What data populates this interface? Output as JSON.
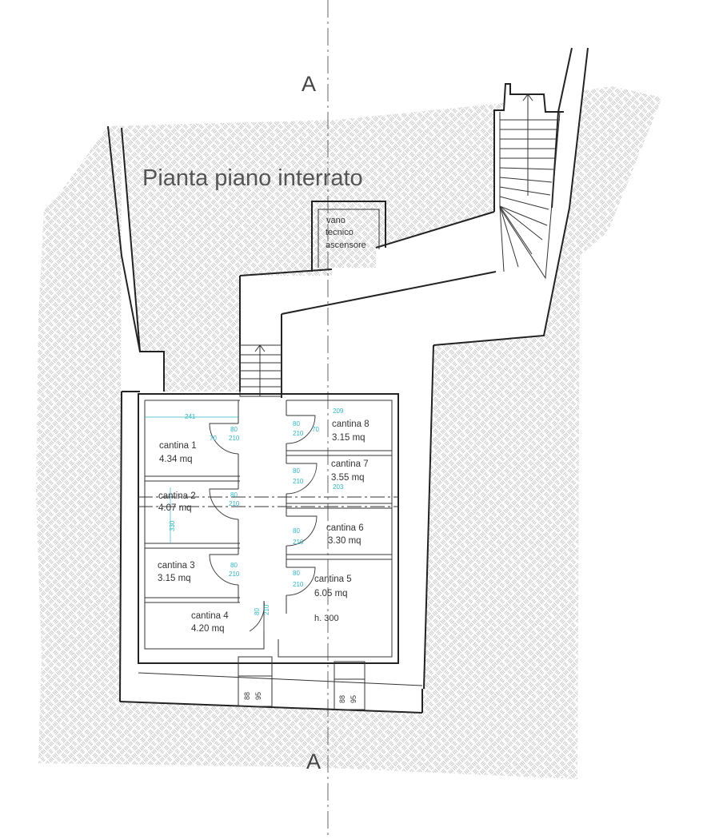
{
  "title": "Pianta piano interrato",
  "section_marks": {
    "top": "A",
    "bottom": "A"
  },
  "elevator_room": {
    "line1": "vano",
    "line2": "tecnico",
    "line3": "ascensore"
  },
  "ceiling_height": "h. 300",
  "rooms": [
    {
      "name": "cantina 1",
      "area": "4.34 mq"
    },
    {
      "name": "cantina 2",
      "area": "4.07 mq"
    },
    {
      "name": "cantina 3",
      "area": "3.15 mq"
    },
    {
      "name": "cantina 4",
      "area": "4.20 mq"
    },
    {
      "name": "cantina 5",
      "area": "6.05 mq"
    },
    {
      "name": "cantina 6",
      "area": "3.30 mq"
    },
    {
      "name": "cantina 7",
      "area": "3.55 mq"
    },
    {
      "name": "cantina 8",
      "area": "3.15 mq"
    }
  ],
  "dimensions": {
    "left_width": "241",
    "right_width": "209",
    "mid_width": "203",
    "left_height": "330",
    "door_width": "80",
    "door_height": "210",
    "door_width_small": "70",
    "bottom_a1": "88",
    "bottom_a2": "95",
    "bottom_b1": "88",
    "bottom_b2": "95"
  },
  "colors": {
    "walls": "#222222",
    "dimensions": "#2bb8c8",
    "hatch": "#b8b8b8"
  }
}
